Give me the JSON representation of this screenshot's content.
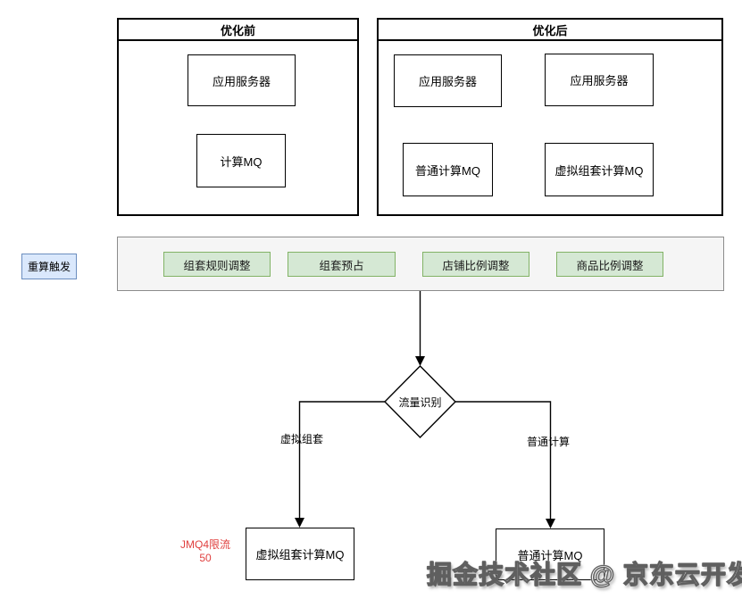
{
  "colors": {
    "green_fill": "#d5e8d4",
    "green_border": "#82b366",
    "blue_fill": "#dae8fc",
    "blue_border": "#6c8ebf",
    "band_fill": "#f5f5f5",
    "band_border": "#8c8c8c",
    "node_border": "#000000",
    "red_text": "#e0403f"
  },
  "before": {
    "title": "优化前",
    "app_server": "应用服务器",
    "mq": "计算MQ"
  },
  "after": {
    "title": "优化后",
    "app_server_left": "应用服务器",
    "app_server_right": "应用服务器",
    "normal_mq": "普通计算MQ",
    "virtual_mq": "虚拟组套计算MQ"
  },
  "trigger": "重算触发",
  "adjustments": [
    "组套规则调整",
    "组套预占",
    "店铺比例调整",
    "商品比例调整"
  ],
  "decision": "流量识别",
  "branches": {
    "left": "虚拟组套",
    "right": "普通计算"
  },
  "sinks": {
    "virtual_mq": "虚拟组套计算MQ",
    "normal_mq": "普通计算MQ"
  },
  "note": {
    "line1": "JMQ4限流",
    "line2": "50"
  },
  "watermark": "掘金技术社区 @ 京东云开发者"
}
